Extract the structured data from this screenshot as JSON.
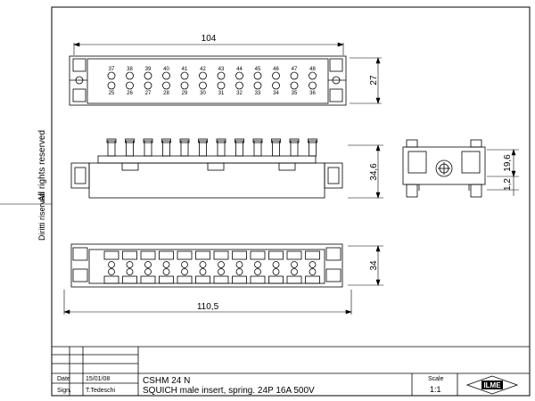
{
  "side_notes": {
    "rights": "All rights reserved",
    "rights_it": "Diritti riservati"
  },
  "dimensions": {
    "top_width": "104",
    "top_height": "27",
    "side_height_a": "34,6",
    "right_height_a": "19,6",
    "right_height_b": "1,2",
    "bottom_height": "34",
    "bottom_width": "110,5"
  },
  "pins": {
    "top_row": [
      "37",
      "38",
      "39",
      "40",
      "41",
      "42",
      "43",
      "44",
      "45",
      "46",
      "47",
      "48"
    ],
    "bottom_row": [
      "25",
      "26",
      "27",
      "28",
      "29",
      "30",
      "31",
      "32",
      "33",
      "34",
      "35",
      "36"
    ]
  },
  "title_block": {
    "date_label": "Date",
    "date_value": "15/01/08",
    "sign_label": "Sign.",
    "sign_value": "T.Tedeschi",
    "part_code": "CSHM 24 N",
    "description": "SQUICH male insert, spring.  24P 16A 500V",
    "scale_label": "Scale",
    "scale_value": "1:1",
    "logo_text": "ILME"
  }
}
